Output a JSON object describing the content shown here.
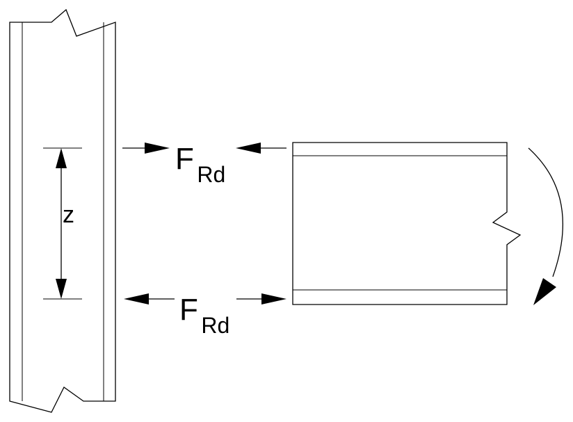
{
  "diagram": {
    "force_top": {
      "main": "F",
      "subscript": "Rd"
    },
    "force_bottom": {
      "main": "F",
      "subscript": "Rd"
    },
    "lever_arm": "z"
  }
}
